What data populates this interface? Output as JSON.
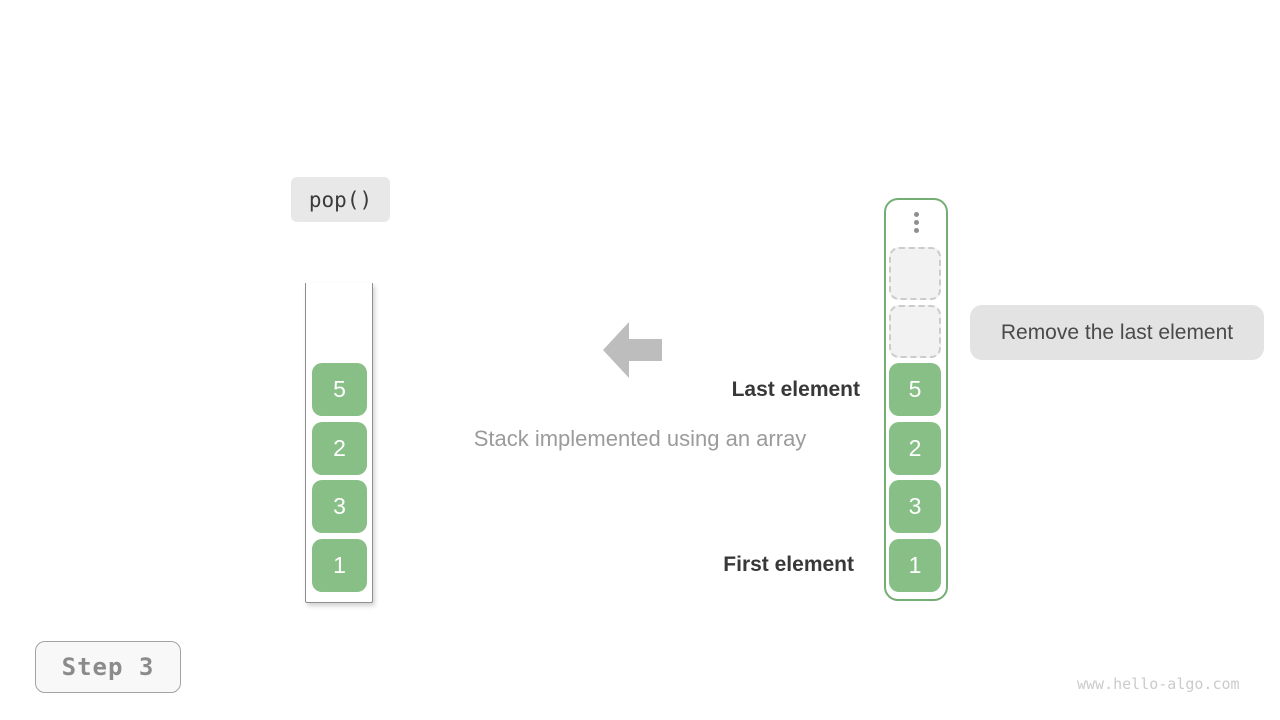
{
  "operation": {
    "label": "pop()"
  },
  "caption": "Stack implemented using an array",
  "annotations": {
    "last_element": "Last element",
    "first_element": "First element",
    "tooltip": "Remove the last element"
  },
  "stack": {
    "items_top_to_bottom": [
      "5",
      "2",
      "3",
      "1"
    ]
  },
  "array": {
    "ellipsis_icon": "vertical-dots-icon",
    "empty_slot_count": 2,
    "items_top_to_bottom": [
      "5",
      "2",
      "3",
      "1"
    ]
  },
  "step_badge": {
    "label": "Step 3"
  },
  "watermark": "www.hello-algo.com",
  "colors": {
    "cell_green": "#87bf87",
    "array_border_green": "#74ae74",
    "label_background": "#e8e8e8",
    "tooltip_background": "#e3e3e3",
    "arrow_gray": "#bdbdbd",
    "dark_text": "#383838",
    "muted_text": "#9b9b9b",
    "step_text": "#8b8b8b",
    "watermark_text": "#cbcbcb"
  }
}
